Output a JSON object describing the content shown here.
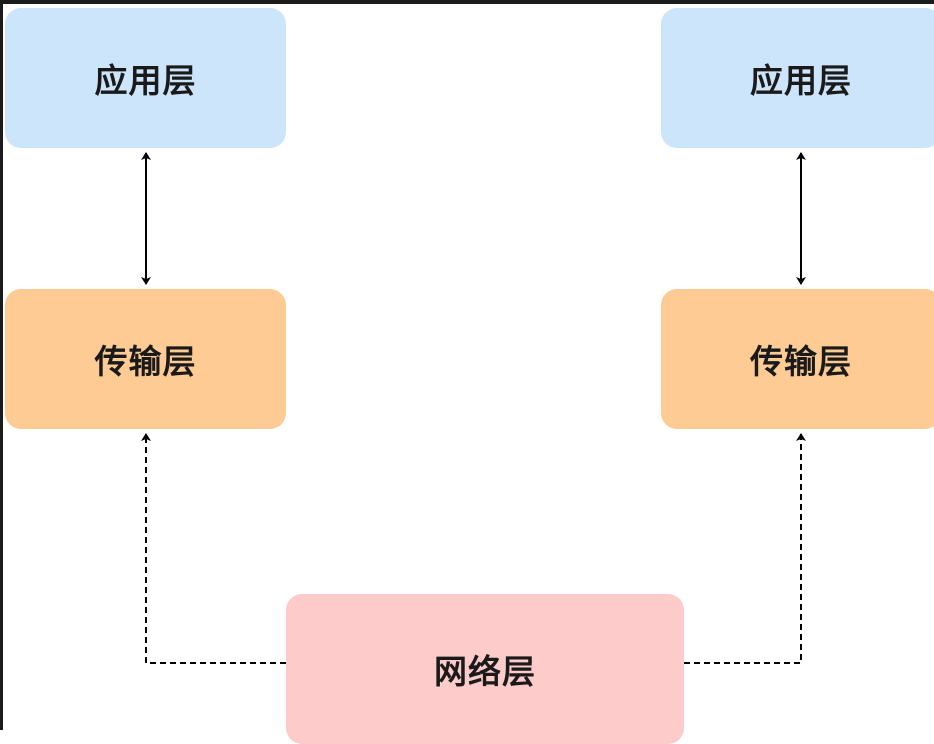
{
  "nodes": {
    "app_left": {
      "label": "应用层"
    },
    "app_right": {
      "label": "应用层"
    },
    "trans_left": {
      "label": "传输层"
    },
    "trans_right": {
      "label": "传输层"
    },
    "network": {
      "label": "网络层"
    }
  },
  "colors": {
    "application": "#cce5fb",
    "transport": "#fdcb93",
    "network": "#fecbcb",
    "frame": "#1b1b1b",
    "line": "#000000"
  }
}
